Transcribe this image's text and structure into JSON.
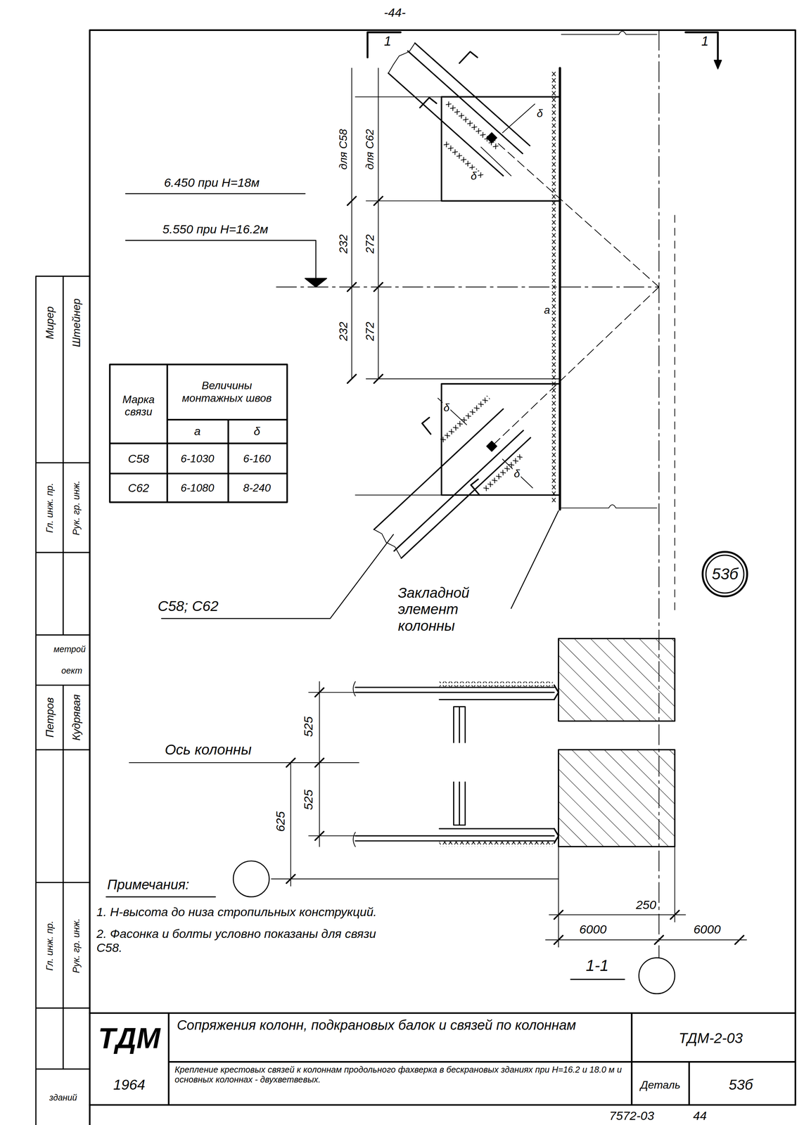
{
  "diagram": {
    "nodes": [
      {
        "text": [
          "53б"
        ]
      }
    ],
    "labels": [
      "-44-",
      "1",
      "1",
      "для С58",
      "для С62",
      "232",
      "272",
      "232",
      "272",
      "6.450 при Н=18м",
      "5.550 при Н=16.2м",
      "δ",
      "δ",
      "а",
      "δ",
      "δ",
      "Марка связи",
      "Величины монтажных швов",
      "а",
      "δ",
      "С58",
      "6-1030",
      "6-160",
      "С62",
      "6-1080",
      "8-240",
      "С58; С62",
      "Закладной элемент колонны",
      "Ось колонны",
      "525",
      "525",
      "625",
      "250",
      "6000",
      "6000",
      "1-1",
      "Примечания:",
      "1. Н-высота до низа стропильных конструкций.",
      "2. Фасонка и болты условно показаны для связи С58.",
      "ТДМ",
      "1964",
      "Сопряжения колонн, подкрановых балок и связей по колоннам",
      "Крепление крестовых связей к колоннам продольного фахверка в бескрановых зданиях при Н=16.2 и 18.0 м и основных колоннах - двухветвевых.",
      "ТДМ-2-03",
      "Деталь",
      "53б",
      "7572-03",
      "44",
      "Мирер",
      "Штейнер",
      "Гл. инж. пр.",
      "Рук. гр. инж.",
      "метрой",
      "оект",
      "Петров",
      "Кудрявая",
      "Гл. инж. пр.",
      "Рук. гр. инж.",
      "зданий"
    ]
  }
}
